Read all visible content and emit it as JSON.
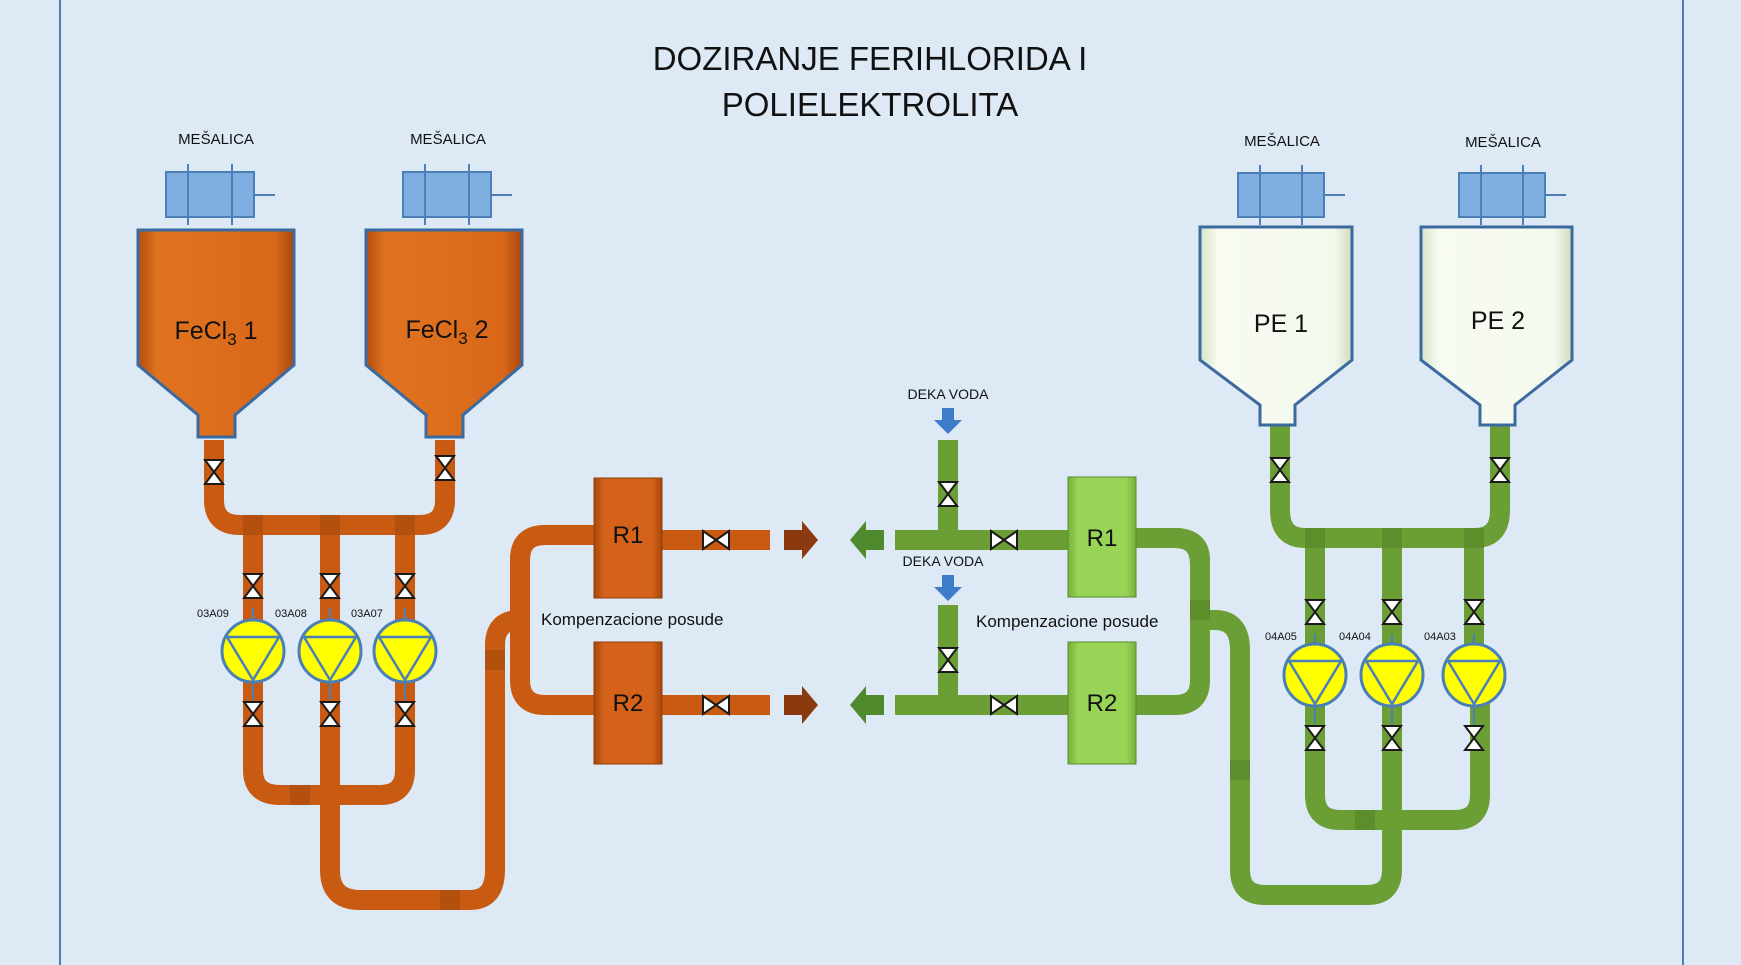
{
  "title": {
    "line1": "DOZIRANJE FERIHLORIDA I",
    "line2": "POLIELEKTROLITA"
  },
  "mixers": [
    "MEŠALICA",
    "MEŠALICA",
    "MEŠALICA",
    "MEŠALICA"
  ],
  "tanks": {
    "fecl3_1": {
      "prefix": "FeCl",
      "sub": "3",
      "suffix": " 1"
    },
    "fecl3_2": {
      "prefix": "FeCl",
      "sub": "3",
      "suffix": " 2"
    },
    "pe_1": "PE 1",
    "pe_2": "PE 2"
  },
  "pumps": {
    "left": [
      "03A09",
      "03A08",
      "03A07"
    ],
    "right": [
      "04A05",
      "04A04",
      "04A03"
    ]
  },
  "compensation": {
    "left_label": "Kompenzacione posude",
    "right_label": "Kompenzacione posude",
    "left_r1": "R1",
    "left_r2": "R2",
    "right_r1": "R1",
    "right_r2": "R2"
  },
  "water": [
    "DEKA VODA",
    "DEKA VODA"
  ],
  "colors": {
    "background": "#dde9f5",
    "fecl3": "#d4621a",
    "fecl3_pipe": "#c85a12",
    "pe_tank": "#f2f8ea",
    "pe_pipe": "#6b9e34",
    "pe_vessel": "#92d050",
    "mixer": "#7faee0",
    "pump": "#ffff00",
    "arrow_orange": "#8b3a0f",
    "arrow_green": "#4f8a2c",
    "arrow_blue": "#3d7cc9",
    "border_line": "#4a7fb8"
  }
}
